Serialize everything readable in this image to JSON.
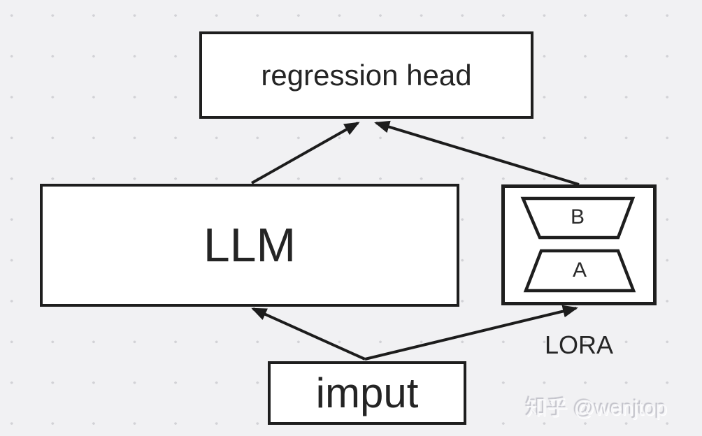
{
  "nodes": {
    "regression_head": {
      "label": "regression head"
    },
    "llm": {
      "label": "LLM"
    },
    "input": {
      "label": "imput"
    },
    "lora": {
      "label": "LORA",
      "b_label": "B",
      "a_label": "A"
    }
  },
  "edges": [
    {
      "from": "LLM",
      "to": "regression head"
    },
    {
      "from": "LORA",
      "to": "regression head"
    },
    {
      "from": "imput",
      "to": "LLM"
    },
    {
      "from": "imput",
      "to": "LORA"
    }
  ],
  "watermark": {
    "text": "知乎 @wenjtop"
  },
  "colors": {
    "background": "#f1f1f3",
    "grid_dot": "#d2d2d6",
    "ink": "#1e1e1e",
    "node_fill": "#ffffff",
    "watermark_text": "#f7f7f9"
  }
}
